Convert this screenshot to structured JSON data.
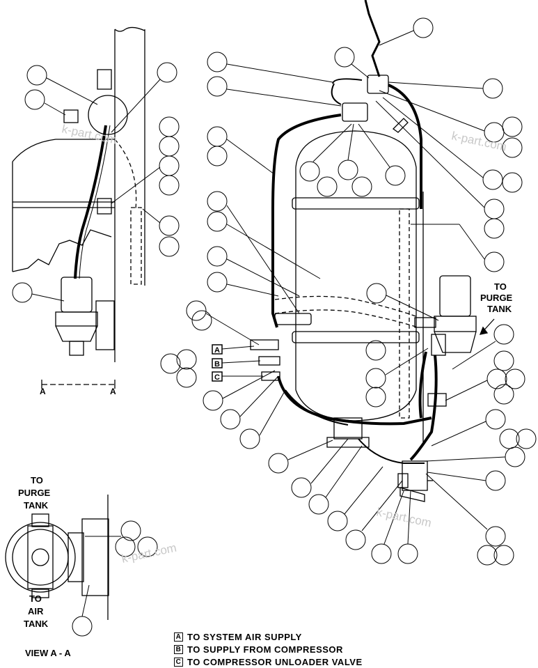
{
  "labels": {
    "to_purge_tank_right": [
      "TO",
      "PURGE",
      "TANK"
    ],
    "to_purge_tank_view": [
      "TO",
      "PURGE",
      "TANK"
    ],
    "to_air_tank_view": [
      "TO",
      "AIR",
      "TANK"
    ],
    "section_a": "A",
    "port_a": "A",
    "port_b": "B",
    "port_c": "C"
  },
  "view_title": "VIEW A - A",
  "legend": [
    {
      "key": "A",
      "text": "TO SYSTEM AIR SUPPLY"
    },
    {
      "key": "B",
      "text": "TO SUPPLY FROM COMPRESSOR"
    },
    {
      "key": "C",
      "text": "TO COMPRESSOR UNLOADER VALVE"
    }
  ],
  "watermark": "k-part.com"
}
